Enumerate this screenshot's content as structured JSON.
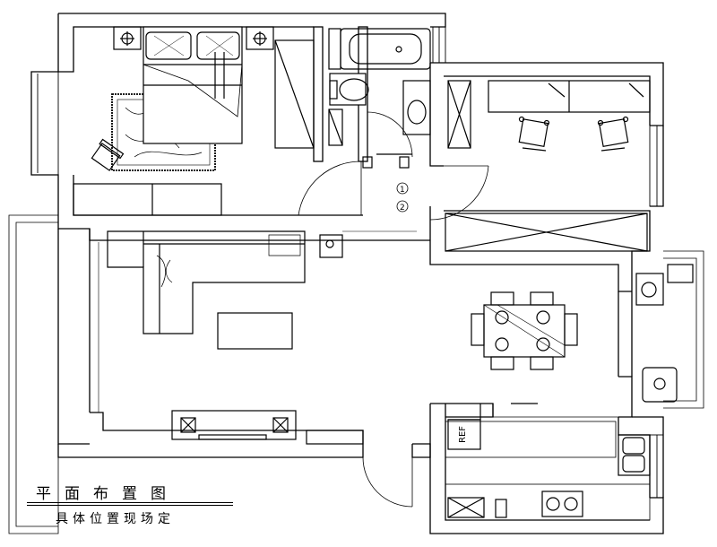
{
  "title": "平面布置图",
  "subtitle": "具体位置现场定",
  "labels": {
    "fridge": "REF",
    "marker_1": "1",
    "marker_2": "2"
  },
  "colors": {
    "ink": "#000000",
    "paper": "#ffffff",
    "wall": "#ffffff"
  }
}
